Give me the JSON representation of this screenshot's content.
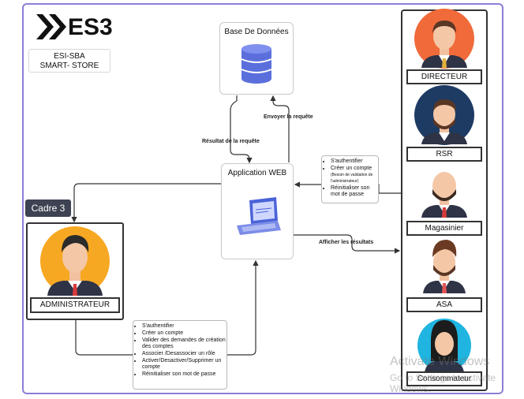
{
  "brand": {
    "name": "ES3",
    "subtitle_line1": "ESI-SBA",
    "subtitle_line2": "SMART- STORE"
  },
  "database": {
    "title": "Base De Données"
  },
  "app": {
    "title": "Application WEB"
  },
  "arrows": {
    "send_request": "Envoyer la requête",
    "request_result": "Résultat de la requête",
    "show_results": "Afficher les résultats"
  },
  "user_actions": {
    "item1": "S'authentifier",
    "item2a": "Créer un compte",
    "item2_note": "(Besoin de validation de l'administrateur)",
    "item3": "Réinitialiser son mot de passe"
  },
  "admin_actions": [
    "S'authentifier",
    "Créer un compte",
    "Valider des demandes de création des comptes",
    "Associer /Desassocier un rôle",
    "Activer/Desactiver/Supprimer un compte",
    "Réinitialiser son mot de passe"
  ],
  "roles": [
    "DIRECTEUR",
    "RSR",
    "Magasinier",
    "ASA",
    "Consommateur"
  ],
  "cadre": "Cadre 3",
  "admin": "ADMINISTRATEUR",
  "watermark": {
    "line1": "Activate Windows",
    "line2": "Go to Settings to activate Windows."
  },
  "colors": {
    "frame": "#8a7fd6",
    "db": "#5b6fdc",
    "admin_bg": "#f7a823",
    "directeur_bg": "#f06a3a",
    "rsr_bg": "#1d3b63",
    "consommateur_bg": "#1fb5e0"
  }
}
